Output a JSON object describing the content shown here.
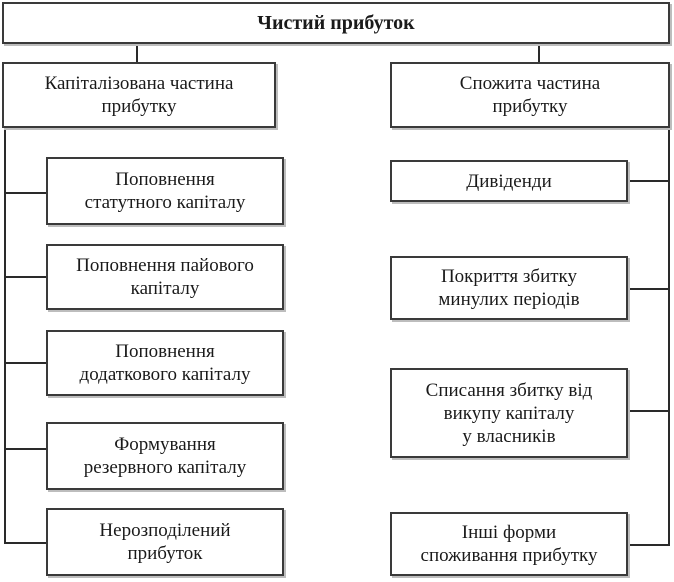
{
  "root": {
    "label": "Чистий прибуток"
  },
  "left": {
    "header": "Капіталізована частина\nприбутку",
    "items": [
      "Поповнення\nстатутного капіталу",
      "Поповнення пайового\nкапіталу",
      "Поповнення\nдодаткового капіталу",
      "Формування\nрезервного капіталу",
      "Нерозподілений\nприбуток"
    ]
  },
  "right": {
    "header": "Спожита частина\nприбутку",
    "items": [
      "Дивіденди",
      "Покриття збитку\nминулих періодів",
      "Списання збитку від\nвикупу капіталу\nу власників",
      "Інші форми\nспоживання прибутку"
    ]
  }
}
